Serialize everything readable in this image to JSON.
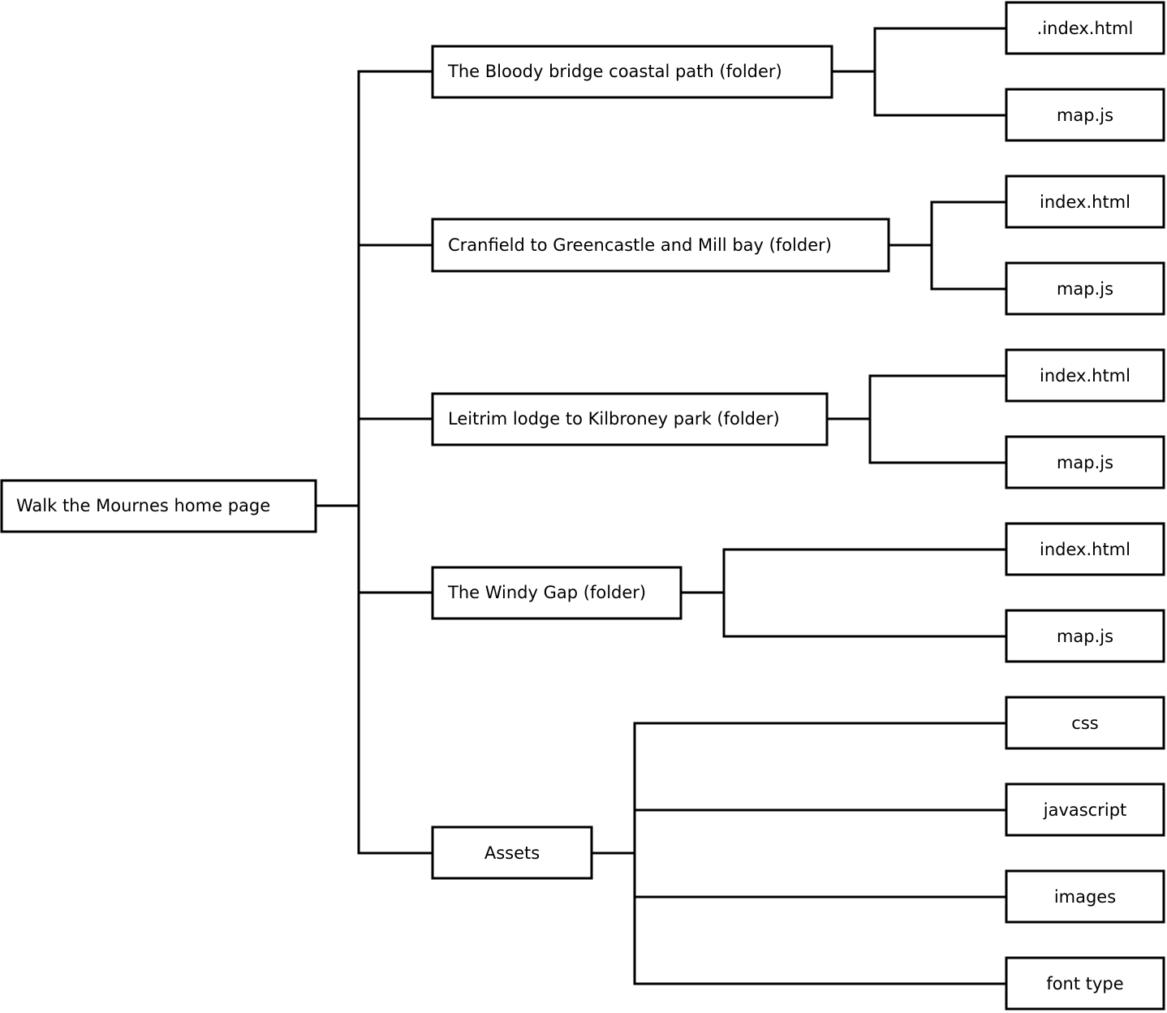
{
  "diagram": {
    "root": {
      "label": "Walk the Mournes home page"
    },
    "branches": [
      {
        "label": "The Bloody bridge coastal path (folder)",
        "children": [
          ".index.html",
          "map.js"
        ]
      },
      {
        "label": "Cranfield to Greencastle and Mill bay (folder)",
        "children": [
          "index.html",
          "map.js"
        ]
      },
      {
        "label": "Leitrim lodge to Kilbroney park (folder)",
        "children": [
          "index.html",
          "map.js"
        ]
      },
      {
        "label": "The Windy Gap (folder)",
        "children": [
          "index.html",
          "map.js"
        ]
      },
      {
        "label": "Assets",
        "children": [
          "css",
          "javascript",
          "images",
          "font type"
        ]
      }
    ],
    "colors": {
      "stroke": "#000000",
      "fill": "#ffffff"
    }
  }
}
